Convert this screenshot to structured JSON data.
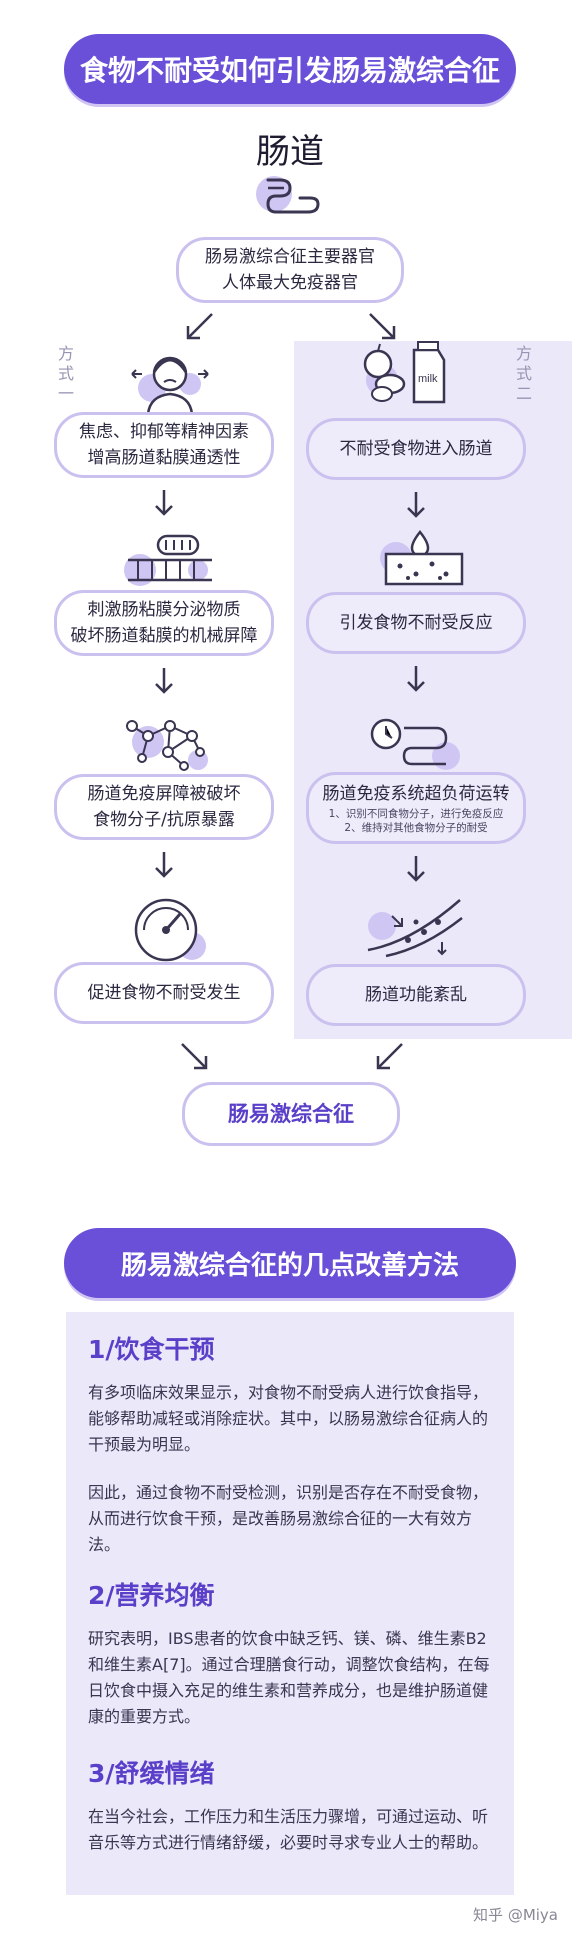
{
  "title": "食物不耐受如何引发肠易激综合征",
  "head_label": "肠道",
  "top_box": [
    "肠易激综合征主要器官",
    "人体最大免疫器官"
  ],
  "left_label": "方式一",
  "right_label": "方式二",
  "left_steps": [
    [
      "焦虑、抑郁等精神因素",
      "增高肠道黏膜通透性"
    ],
    [
      "刺激肠粘膜分泌物质",
      "破坏肠道黏膜的机械屏障"
    ],
    [
      "肠道免疫屏障被破坏",
      "食物分子/抗原暴露"
    ],
    [
      "促进食物不耐受发生"
    ]
  ],
  "right_steps": [
    [
      "不耐受食物进入肠道"
    ],
    [
      "引发食物不耐受反应"
    ],
    [
      "肠道免疫系统超负荷运转"
    ],
    [
      "肠道功能紊乱"
    ]
  ],
  "right_step3_sub": [
    "1、识别不同食物分子，进行免疫反应",
    "2、维持对其他食物分子的耐受"
  ],
  "milk_label": "milk",
  "result": "肠易激综合征",
  "section2_title": "肠易激综合征的几点改善方法",
  "tips": [
    {
      "heading": "1/饮食干预",
      "paragraphs": [
        "有多项临床效果显示，对食物不耐受病人进行饮食指导，能够帮助减轻或消除症状。其中，以肠易激综合征病人的干预最为明显。",
        "因此，通过食物不耐受检测，识别是否存在不耐受食物，从而进行饮食干预，是改善肠易激综合征的一大有效方法。"
      ]
    },
    {
      "heading": "2/营养均衡",
      "paragraphs": [
        "研究表明，IBS患者的饮食中缺乏钙、镁、磷、维生素B2和维生素A[7]。通过合理膳食行动，调整饮食结构，在每日饮食中摄入充足的维生素和营养成分，也是维护肠道健康的重要方式。"
      ]
    },
    {
      "heading": "3/舒缓情绪",
      "paragraphs": [
        "在当今社会，工作压力和生活压力骤增，可通过运动、听音乐等方式进行情绪舒缓，必要时寻求专业人士的帮助。"
      ]
    }
  ],
  "watermark": "知乎 @Miya",
  "colors": {
    "accent": "#6a4fd8",
    "lilac": "#ebe8fa",
    "border": "#cbc1ef"
  }
}
